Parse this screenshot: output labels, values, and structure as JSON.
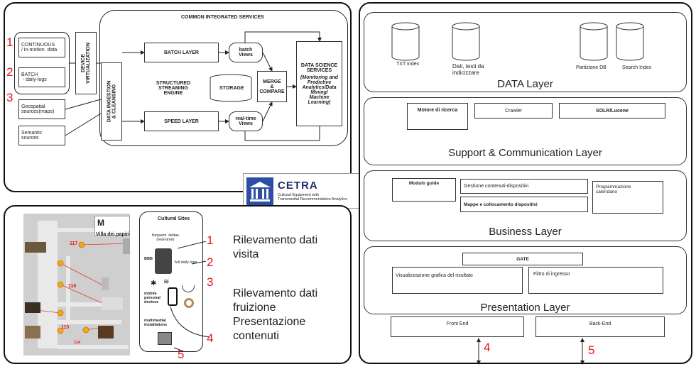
{
  "architecture": {
    "common_services_title": "COMMON INTEGRATED SERVICES",
    "sources": {
      "continuous": "CONTINUOUS\n/ in-motion  data",
      "batch": "BATCH\n - daily-logs",
      "geospatial": "Geospatial\nsources(maps)",
      "semantic": "Semantic\nsources"
    },
    "device_virtualization": "DEVICE\nVIRTUALIZATION",
    "data_ingestion": "DATA INGESTION\n& CLEANSING",
    "batch_layer": "BATCH LAYER",
    "batch_views": "batch\nViews",
    "structured_streaming": "STRUCTURED\nSTREAMING\nENGINE",
    "storage": "STORAGE",
    "merge_compare": "MERGE\n&\nCOMPARE",
    "speed_layer": "SPEED LAYER",
    "realtime_views": "real-time\nViews",
    "data_science": "DATA SCIENCE\nSERVICES",
    "data_science_sub": "(Monitoring and\nPredictive\nAnalytics/Data\nMining/\nMachine\nLearning)",
    "numbers": [
      "1",
      "2",
      "3"
    ]
  },
  "logo": {
    "name": "CETRA",
    "tagline": "Cultural Equipment with\nTransmedial Recommendation Analytics",
    "color": "#2d4ea3"
  },
  "villa": {
    "title": "Villa dei papiri",
    "rooms": [
      "117",
      "116",
      "115",
      "114"
    ],
    "cultural_sites": "Cultural Sites",
    "frequent": "frequent  deltas\n(real-time)",
    "bbb": "BBB",
    "full_daily_logs": "full daily logs",
    "mobile": "mobile\npersonal\ndevices",
    "multimedial": "multimedial\ninstallations",
    "numbers": [
      "1",
      "2",
      "3",
      "4",
      "5"
    ],
    "legend": {
      "rilevamento_visita": "Rilevamento dati\nvisita",
      "rilevamento_fruizione": "Rilevamento dati\nfruizione",
      "presentazione": "Presentazione\ncontenuti"
    }
  },
  "layers": {
    "data": {
      "title": "DATA Layer",
      "txt_index": "TXT Index",
      "dati_testi": "Dati, testi da\nindicizzare",
      "partizione": "Partizione DB",
      "search_index": "Search Index"
    },
    "support": {
      "title": "Support & Communication Layer",
      "motore": "Motore di ricerca",
      "crawler": "Crawler",
      "solr": "SOLR/Lucene"
    },
    "business": {
      "title": "Business Layer",
      "modulo": "Modulo guide",
      "gestione": "Gestione contenuti-dispositivi",
      "mappe": "Mappe e collocamento dispositivi",
      "programmazione": "Programmazione\ncalendario"
    },
    "presentation": {
      "title": "Presentation Layer",
      "gate": "GATE",
      "visualizzazione": "Visualizzazione grafica del risultato",
      "filtro": "Filtro di ingresso"
    },
    "front_end": "Front End",
    "back_end": "Back-End",
    "arrow_numbers": [
      "4",
      "5"
    ]
  }
}
